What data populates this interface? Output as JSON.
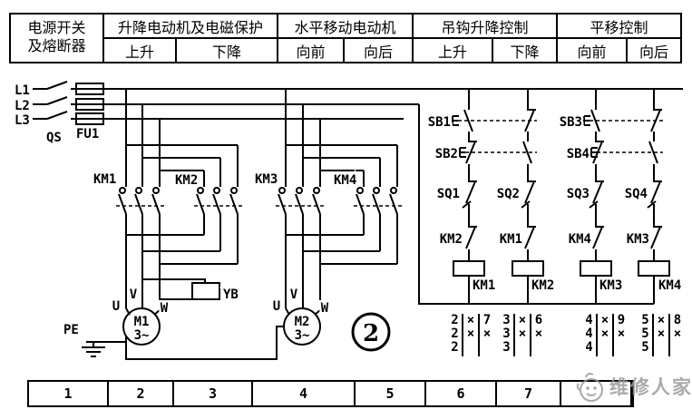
{
  "header": {
    "power_line1": "电源开关",
    "power_line2": "及熔断器",
    "groups": [
      {
        "title": "升降电动机及电磁保护",
        "subs": [
          "上升",
          "下降"
        ]
      },
      {
        "title": "水平移动电动机",
        "subs": [
          "向前",
          "向后"
        ]
      },
      {
        "title": "吊钩升降控制",
        "subs": [
          "上升",
          "下降"
        ]
      },
      {
        "title": "平移控制",
        "subs": [
          "向前",
          "向后"
        ]
      }
    ]
  },
  "circuit": {
    "phases": [
      "L1",
      "L2",
      "L3"
    ],
    "switch": "QS",
    "fuse": "FU1",
    "contactors": [
      "KM1",
      "KM2",
      "KM3",
      "KM4"
    ],
    "motors": [
      {
        "name": "M1",
        "type": "3~",
        "terminals": [
          "U",
          "V",
          "W"
        ]
      },
      {
        "name": "M2",
        "type": "3~",
        "terminals": [
          "U",
          "V",
          "W"
        ]
      }
    ],
    "brake": "YB",
    "ground": "PE",
    "buttons": [
      "SB1",
      "SB2",
      "SB3",
      "SB4"
    ],
    "limit_switches": [
      "SQ1",
      "SQ2",
      "SQ3",
      "SQ4"
    ],
    "interlocks": [
      "KM2",
      "KM1",
      "KM4",
      "KM3"
    ],
    "coils": [
      "KM1",
      "KM2",
      "KM3",
      "KM4"
    ],
    "figure_number": "2"
  },
  "contact_tables": [
    {
      "col1": [
        "2",
        "2",
        "2"
      ],
      "col2": [
        "×",
        "×"
      ],
      "col3": [
        "7",
        "×"
      ]
    },
    {
      "col1": [
        "3",
        "3",
        "3"
      ],
      "col2": [
        "×",
        "×"
      ],
      "col3": [
        "6",
        "×"
      ]
    },
    {
      "col1": [
        "4",
        "4",
        "4"
      ],
      "col2": [
        "×",
        "×"
      ],
      "col3": [
        "9",
        "×"
      ]
    },
    {
      "col1": [
        "5",
        "5",
        "5"
      ],
      "col2": [
        "×",
        "×"
      ],
      "col3": [
        "8",
        "×"
      ]
    }
  ],
  "bottom_bar": {
    "cells": [
      "1",
      "2",
      "3",
      "4",
      "5",
      "6",
      "7",
      "",
      ""
    ]
  },
  "watermark": {
    "text": "维修人家"
  }
}
